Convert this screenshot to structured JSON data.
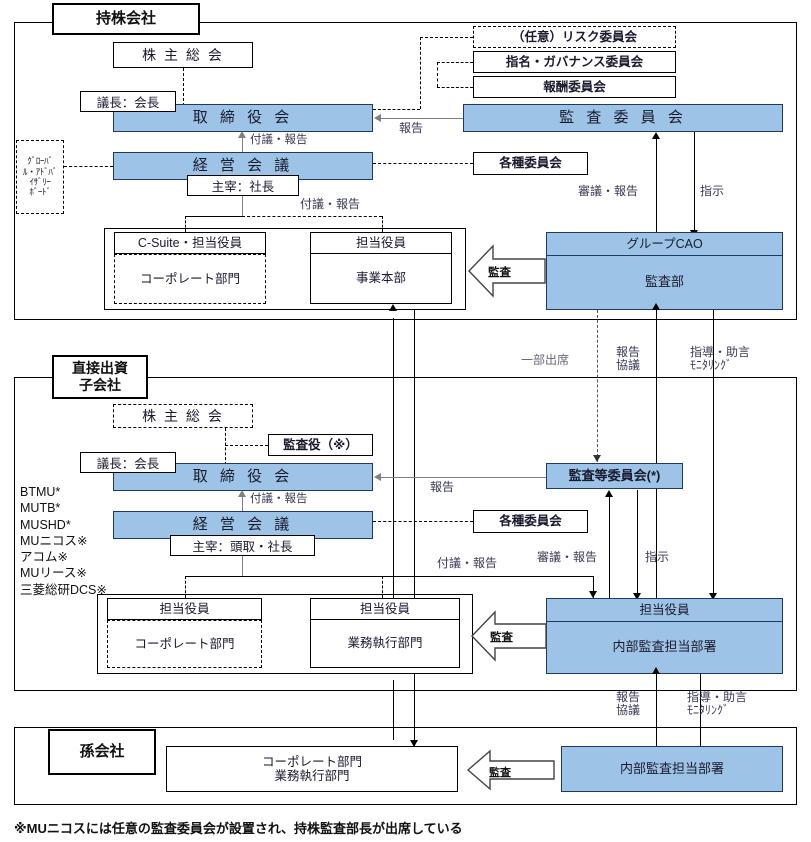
{
  "diagram": {
    "title_tags": {
      "holding": "持株会社",
      "subsidiary": "直接出資\n子会社",
      "subsubsidiary": "孫会社"
    },
    "footnote": "※MUニコスには任意の監査委員会が設置され、持株監査部長が出席している",
    "colors": {
      "blue_fill": "#9dc3e6",
      "blue_border": "#1f3864",
      "line": "#000000",
      "gray_line": "#808080",
      "text": "#1a1a2e"
    }
  },
  "holding": {
    "shareholders_meeting": "株 主 総 会",
    "chair_label": "議長：会長",
    "board": "取 締 役 会",
    "exec_committee": "経 営 会 議",
    "exec_chair_label": "主宰：社長",
    "global_advisory_board": "ｸﾞﾛｰﾊﾞ\nﾙ・ｱﾄﾞﾊﾞ\nｲｻﾞﾘｰ\nﾎﾞｰﾄﾞ",
    "risk_committee": "（任意）リスク委員会",
    "nomination_governance_committee": "指名・ガバナンス委員会",
    "compensation_committee": "報酬委員会",
    "audit_committee": "監 査 委 員 会",
    "various_committees": "各種委員会",
    "csuite_officer": "C-Suite・担当役員",
    "corporate_division": "コーポレート部門",
    "responsible_officer": "担当役員",
    "business_hq": "事業本部",
    "group_cao": "グループCAO",
    "audit_dept": "監査部",
    "labels": {
      "submit_report": "付議・報告",
      "report": "報告",
      "deliberate_report": "審議・報告",
      "instruction": "指示",
      "audit": "監査"
    }
  },
  "subsidiary": {
    "entities": "BTMU*\nMUTB*\nMUSHD*\nMUニコス※\nアコム※\nMUリース※\n三菱総研DCS※",
    "shareholders_meeting": "株 主 総 会",
    "auditor": "監査役（※）",
    "chair_label": "議長：会長",
    "board": "取 締 役 会",
    "exec_committee": "経 営 会 議",
    "exec_chair_label": "主宰：頭取・社長",
    "audit_etc_committee": "監査等委員会(*)",
    "various_committees": "各種委員会",
    "responsible_officer_left": "担当役員",
    "corporate_division": "コーポレート部門",
    "responsible_officer_mid": "担当役員",
    "operations_division": "業務執行部門",
    "responsible_officer_right": "担当役員",
    "internal_audit_dept": "内部監査担当部署",
    "labels": {
      "submit_report": "付議・報告",
      "report": "報告",
      "deliberate_report": "審議・報告",
      "instruction": "指示",
      "audit": "監査"
    }
  },
  "subsubsidiary": {
    "divisions": "コーポレート部門\n業務執行部門",
    "internal_audit_dept": "内部監査担当部署",
    "labels": {
      "audit": "監査"
    }
  },
  "interlinks": {
    "partial_attendance": "一部出席",
    "report_consult": "報告\n協議",
    "guidance_advice": "指導・助言\nﾓﾆﾀﾘﾝｸﾞ",
    "report_consult2": "報告\n協議",
    "guidance_advice2": "指導・助言\nﾓﾆﾀﾘﾝｸﾞ"
  }
}
